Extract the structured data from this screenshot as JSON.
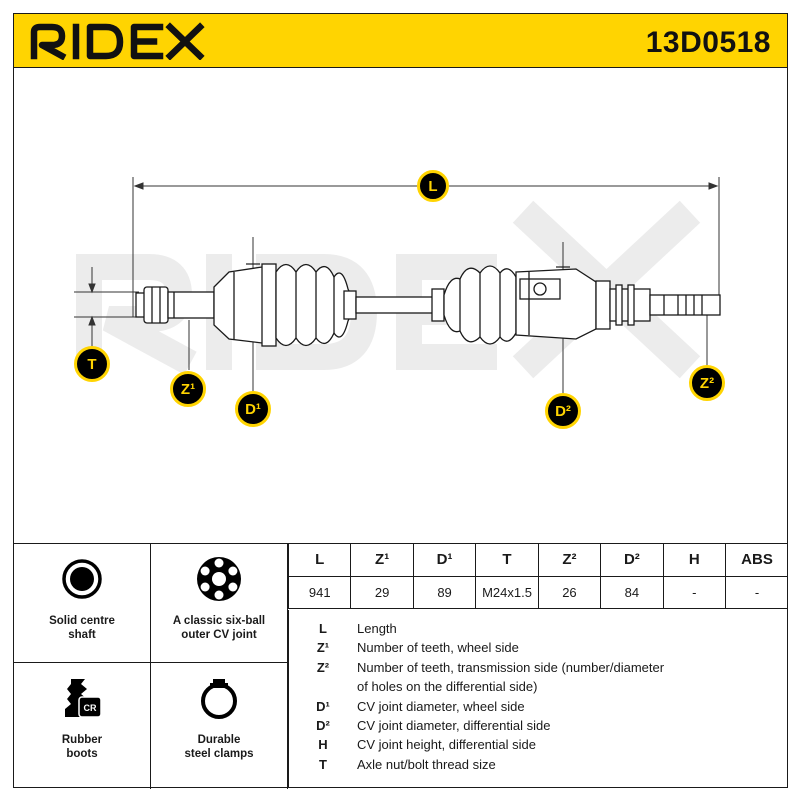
{
  "header": {
    "brand": "RIDEX",
    "part_number": "13D0518"
  },
  "drawing": {
    "watermark": "RIDEX",
    "markers": {
      "L": "L",
      "T": "T",
      "Z1": "Z¹",
      "D1": "D¹",
      "D2": "D²",
      "Z2": "Z²"
    }
  },
  "features": [
    {
      "label": "Solid centre\nshaft",
      "icon": "solid-shaft-icon"
    },
    {
      "label": "A classic six-ball\nouter CV joint",
      "icon": "six-ball-joint-icon"
    },
    {
      "label": "Rubber\nboots",
      "icon": "rubber-boot-icon"
    },
    {
      "label": "Durable\nsteel clamps",
      "icon": "steel-clamp-icon"
    }
  ],
  "boot_badge": "CR",
  "specs": {
    "headers": [
      "L",
      "Z¹",
      "D¹",
      "T",
      "Z²",
      "D²",
      "H",
      "ABS"
    ],
    "values": [
      "941",
      "29",
      "89",
      "M24x1.5",
      "26",
      "84",
      "-",
      "-"
    ]
  },
  "legend": [
    {
      "key": "L",
      "text": "Length"
    },
    {
      "key": "Z¹",
      "text": "Number of teeth, wheel side"
    },
    {
      "key": "Z²",
      "text": "Number of teeth, transmission side (number/diameter"
    },
    {
      "key": "",
      "text": "of holes on the differential side)"
    },
    {
      "key": "D¹",
      "text": "CV joint diameter, wheel side"
    },
    {
      "key": "D²",
      "text": "CV joint diameter, differential side"
    },
    {
      "key": "H",
      "text": "CV joint height, differential side"
    },
    {
      "key": "T",
      "text": "Axle nut/bolt thread size"
    }
  ],
  "colors": {
    "brand_yellow": "#ffd401",
    "ink": "#1a1a1a",
    "watermark": "#ececec"
  }
}
